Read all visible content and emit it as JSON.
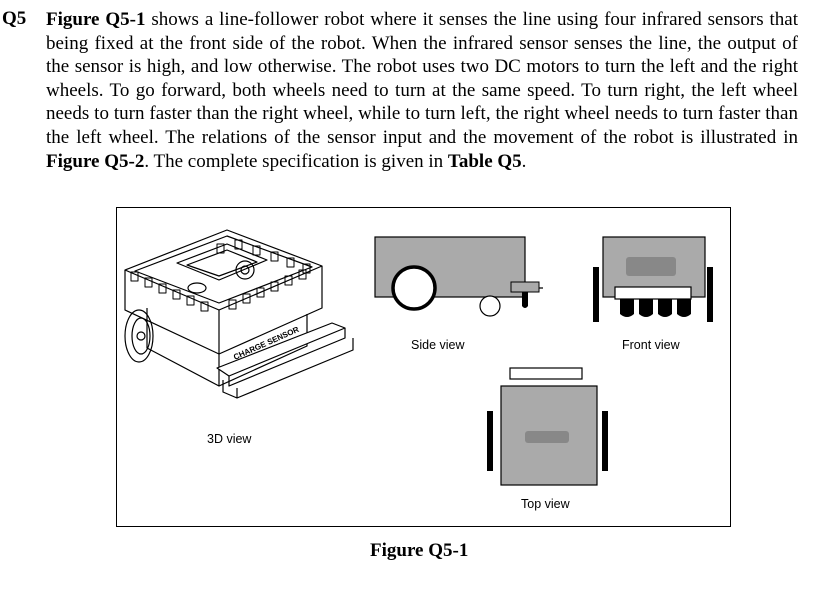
{
  "question": {
    "number": "Q5",
    "text": {
      "s1_ref": "Figure Q5-1",
      "s1": " shows a line-follower robot where it senses the line using four infrared sensors that being fixed at the front side of the robot. When the infrared sensor senses the line, the output of the sensor is high, and low otherwise. The robot uses two DC motors to turn the left and the right wheels. To go forward, both wheels need to turn at the same speed. To turn right, the left wheel needs to turn faster than the right wheel, while to turn left, the right wheel needs to turn faster than the left wheel. The relations of the sensor input and the movement of the robot is illustrated in ",
      "s2_ref": "Figure Q5-2",
      "s2": ". The complete specification is given in ",
      "s3_ref": "Table Q5",
      "s3": "."
    }
  },
  "figure": {
    "caption": "Figure Q5-1",
    "labels": {
      "view_3d": "3D view",
      "side_view": "Side view",
      "front_view": "Front view",
      "top_view": "Top view"
    },
    "robot_sticker_text": "CHARGE SENSOR",
    "colors": {
      "body_gray": "#aaaaaa",
      "sensor_gray": "#888888",
      "line": "#000000"
    }
  }
}
